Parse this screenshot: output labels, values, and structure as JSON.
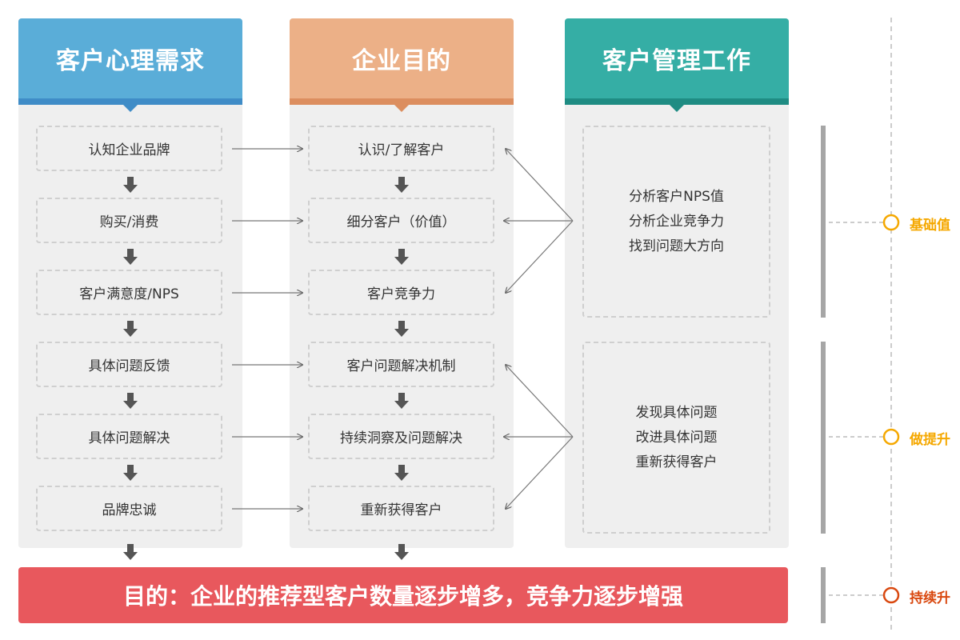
{
  "columns": {
    "psych": {
      "title": "客户心理需求",
      "color": "#5aadd8",
      "strip": "#3f8cc7"
    },
    "goal": {
      "title": "企业目的",
      "color": "#ecb087",
      "strip": "#dc8e5f"
    },
    "work": {
      "title": "客户管理工作",
      "color": "#35aea5",
      "strip": "#1f8c83"
    }
  },
  "psych_nodes": [
    "认知企业品牌",
    "购买/消费",
    "客户满意度/NPS",
    "具体问题反馈",
    "具体问题解决",
    "品牌忠诚"
  ],
  "goal_nodes": [
    "认识/了解客户",
    "细分客户（价值）",
    "客户竞争力",
    "客户问题解决机制",
    "持续洞察及问题解决",
    "重新获得客户"
  ],
  "work_groups": [
    {
      "lines": [
        "分析客户NPS值",
        "分析企业竞争力",
        "找到问题大方向"
      ]
    },
    {
      "lines": [
        "发现具体问题",
        "改进具体问题",
        "重新获得客户"
      ]
    }
  ],
  "bottom": {
    "text": "目的：企业的推荐型客户数量逐步增多，竞争力逐步增强",
    "color": "#e8585d"
  },
  "phases": [
    {
      "label": "基础值",
      "color": "#f5a800"
    },
    {
      "label": "做提升",
      "color": "#f5a800"
    },
    {
      "label": "持续升",
      "color": "#d9480f"
    }
  ]
}
